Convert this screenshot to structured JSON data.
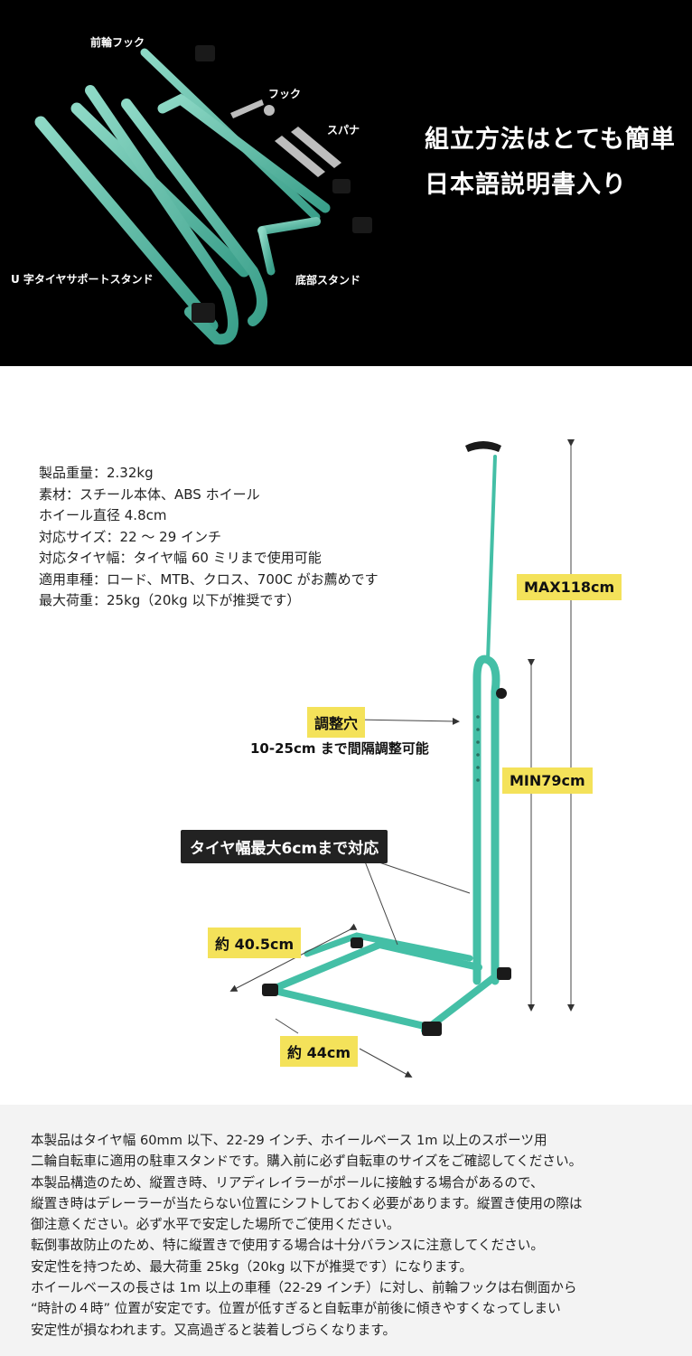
{
  "hero": {
    "line1": "組立方法はとても簡単",
    "line2": "日本語説明書入り"
  },
  "parts": {
    "front_hook": "前輪フック",
    "hook": "フック",
    "wrench": "スパナ",
    "u_stand": "U 字タイヤサポートスタンド",
    "base_stand": "底部スタンド"
  },
  "specs": [
    "製品重量：2.32kg",
    "素材：スチール本体、ABS ホイール",
    "ホイール直径 4.8cm",
    "対応サイズ：22 〜 29 インチ",
    "対応タイヤ幅：タイヤ幅 60 ミリまで使用可能",
    "適用車種：ロード、MTB、クロス、700C がお薦めです",
    "最大荷重：25kg（20kg 以下が推奨です）"
  ],
  "dimensions": {
    "max_height": "MAX118cm",
    "min_height": "MIN79cm",
    "adjust_hole": "調整穴",
    "adjust_note": "10-25cm まで間隔調整可能",
    "tire_width": "タイヤ幅最大6cmまで対応",
    "depth": "約 40.5cm",
    "width": "約 44cm"
  },
  "notes": [
    "本製品はタイヤ幅 60mm 以下、22-29 インチ、ホイールベース 1m 以上のスポーツ用",
    "二輪自転車に適用の駐車スタンドです。購入前に必ず自転車のサイズをご確認してください。",
    "本製品構造のため、縦置き時、リアディレイラーがポールに接触する場合があるので、",
    "縦置き時はデレーラーが当たらない位置にシフトしておく必要があります。縦置き使用の際は",
    "御注意ください。必ず水平で安定した場所でご使用ください。",
    "転倒事故防止のため、特に縦置きで使用する場合は十分バランスに注意してください。",
    "安定性を持つため、最大荷重 25kg（20kg 以下が推奨です）になります。",
    "ホイールベースの長さは 1m 以上の車種（22-29 インチ）に対し、前輪フックは右側面から",
    "“時計の４時” 位置が安定です。位置が低すぎると自転車が前後に傾きやすくなってしまい",
    "安定性が損なわれます。又高過ぎると装着しづらくなります。"
  ],
  "colors": {
    "frame": "#4fc0a8",
    "badge": "#f4e25a",
    "dark": "#000000"
  }
}
